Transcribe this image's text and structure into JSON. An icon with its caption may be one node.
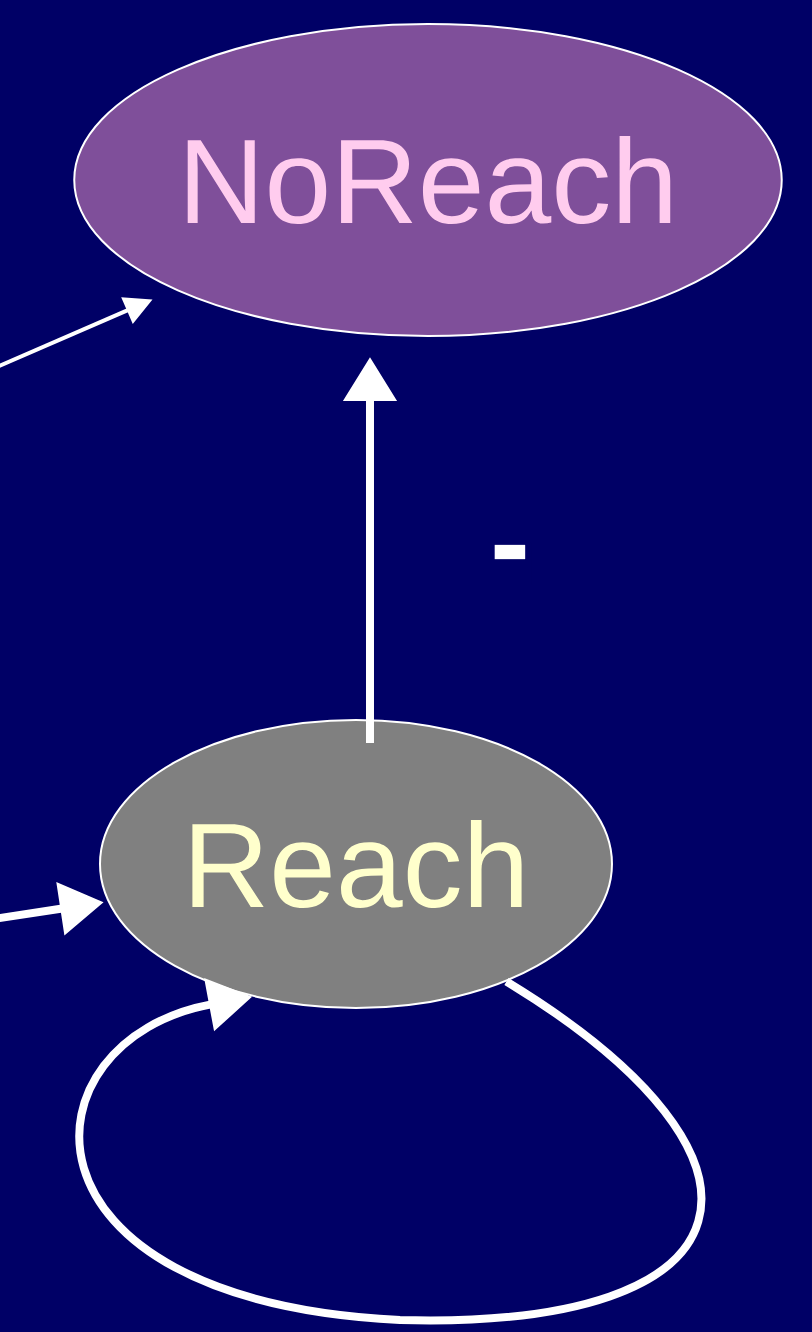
{
  "diagram": {
    "nodes": [
      {
        "text": [
          "NoReach"
        ]
      },
      {
        "text": [
          "Reach"
        ]
      }
    ],
    "edges": [
      {
        "from": null,
        "to": 0,
        "arrow": "to"
      },
      {
        "from": 1,
        "to": 0,
        "arrow": "to",
        "label": "-"
      },
      {
        "from": null,
        "to": 1,
        "arrow": "to"
      },
      {
        "from": 1,
        "to": 1,
        "arrow": "to"
      }
    ]
  }
}
